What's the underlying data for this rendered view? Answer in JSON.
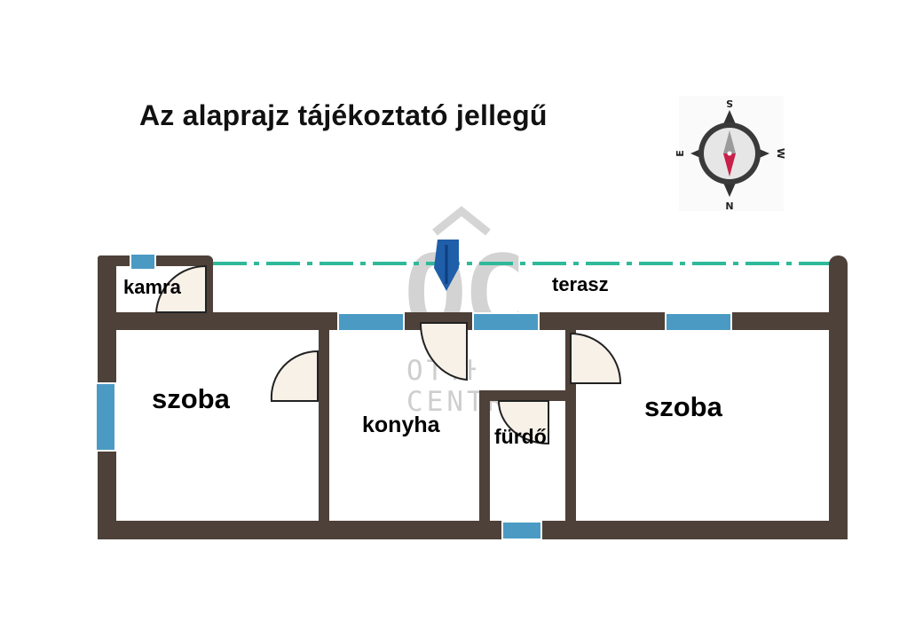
{
  "title": "Az alaprajz tájékoztató jellegű",
  "rooms": {
    "kamra": "kamra",
    "terasz": "terasz",
    "szoba_left": "szoba",
    "konyha": "konyha",
    "furdo": "fürdő",
    "szoba_right": "szoba"
  },
  "compass": {
    "top": "S",
    "right": "W",
    "bottom": "N",
    "left": "E"
  },
  "watermark": {
    "logo": "OC",
    "line1": "OTTHON",
    "line2": "CENTRUM"
  },
  "colors": {
    "wall": "#4d4139",
    "window": "#4a9ac4",
    "terrace_line": "#2fb99a",
    "entrance_arrow": "#1f5ea8",
    "door_fill": "#f8f1e8",
    "compass_needle": "#c8204a",
    "watermark": "#c9c9c9"
  },
  "icons": [
    "compass-rose-icon",
    "entrance-arrow-icon",
    "door-swing-icon",
    "window-icon"
  ]
}
